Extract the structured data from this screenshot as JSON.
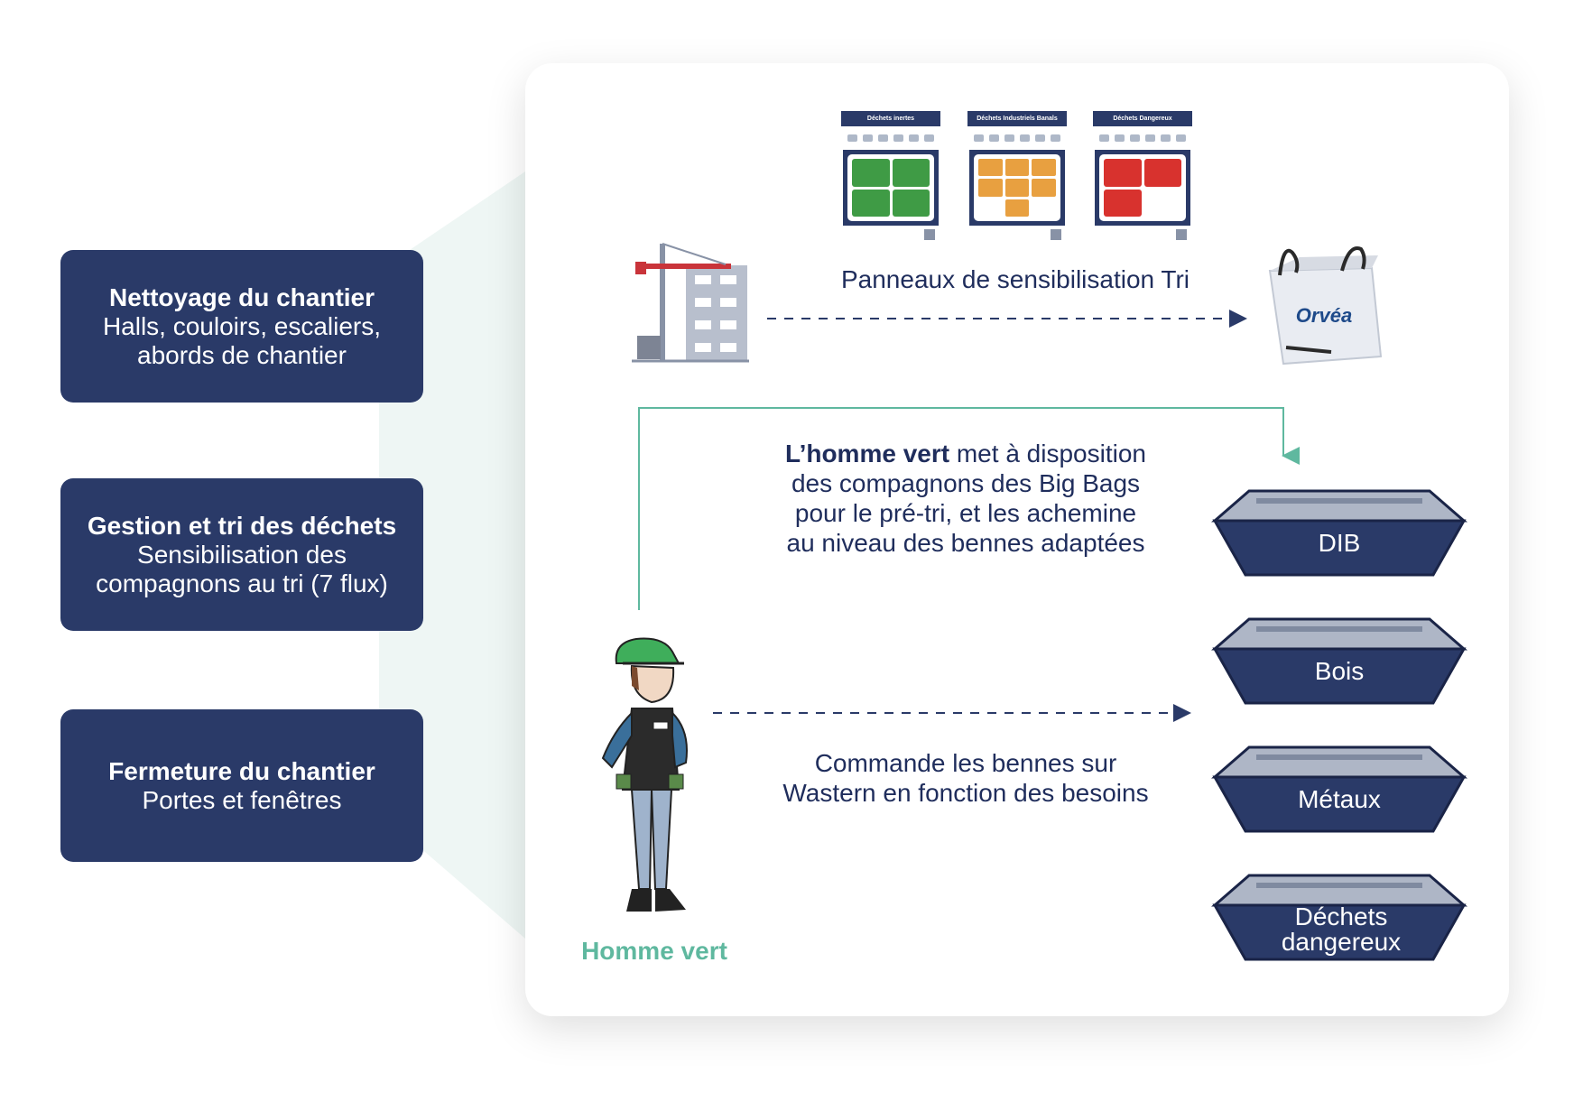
{
  "left_boxes": [
    {
      "title": "Nettoyage du chantier",
      "subtitle": "Halls, couloirs, escaliers,\nabords de chantier"
    },
    {
      "title": "Gestion et tri des déchets",
      "subtitle": "Sensibilisation des\ncompagnons au tri (7 flux)"
    },
    {
      "title": "Fermeture du chantier",
      "subtitle": "Portes et fenêtres"
    }
  ],
  "posters": [
    {
      "title": "Déchets inertes"
    },
    {
      "title": "Déchets Industriels Banals"
    },
    {
      "title": "Déchets Dangereux"
    }
  ],
  "panels_caption": "Panneaux de sensibilisation Tri",
  "bag_brand": "Orvéa",
  "homme_vert_text": {
    "bold": "L’homme vert",
    "line1_rest": " met à disposition",
    "line2": "des compagnons des Big Bags",
    "line3": "pour le pré-tri, et les achemine",
    "line4": "au niveau des bennes adaptées"
  },
  "commande_text": {
    "line1": "Commande les bennes sur",
    "line2": "Wastern en fonction des besoins"
  },
  "worker_label": "Homme vert",
  "bins": [
    "DIB",
    "Bois",
    "Métaux",
    "Déchets\ndangereux"
  ],
  "colors": {
    "navy": "#2a3a68",
    "teal": "#5fb89f",
    "fan": "#eef6f4",
    "text": "#1f2d5c"
  }
}
